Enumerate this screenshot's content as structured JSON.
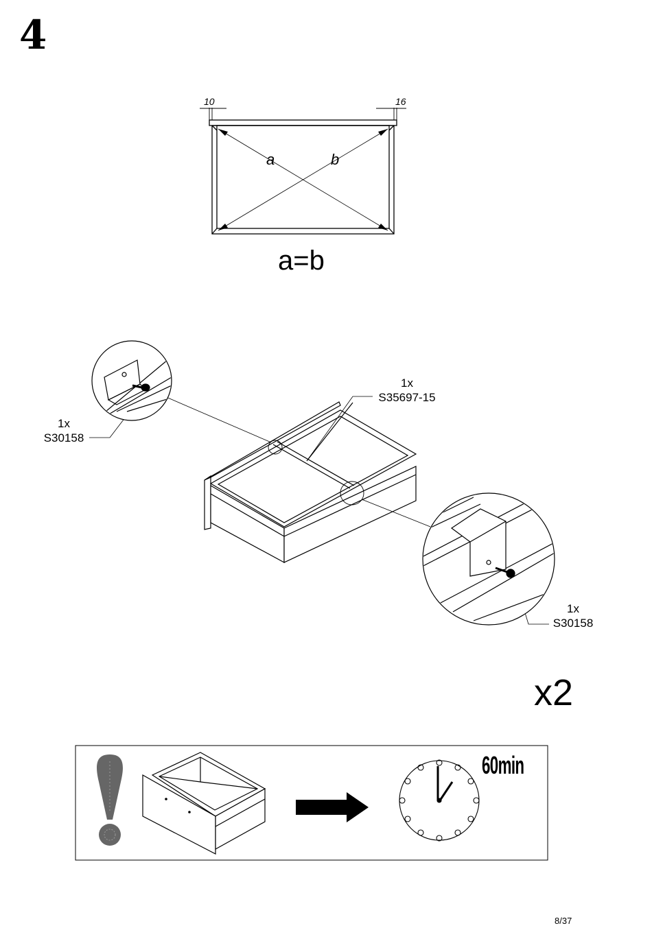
{
  "step": {
    "number": "4"
  },
  "diagram": {
    "dimension_left": "10",
    "dimension_right": "16",
    "label_a": "a",
    "label_b": "b",
    "equation": "a=b"
  },
  "parts": {
    "center_rail": {
      "quantity": "1x",
      "code": "S35697-15"
    },
    "screw_left": {
      "quantity": "1x",
      "code": "S30158"
    },
    "screw_right": {
      "quantity": "1x",
      "code": "S30158"
    }
  },
  "multiplier": "x2",
  "notice": {
    "time": "60min"
  },
  "footer": {
    "page": "8/37"
  }
}
